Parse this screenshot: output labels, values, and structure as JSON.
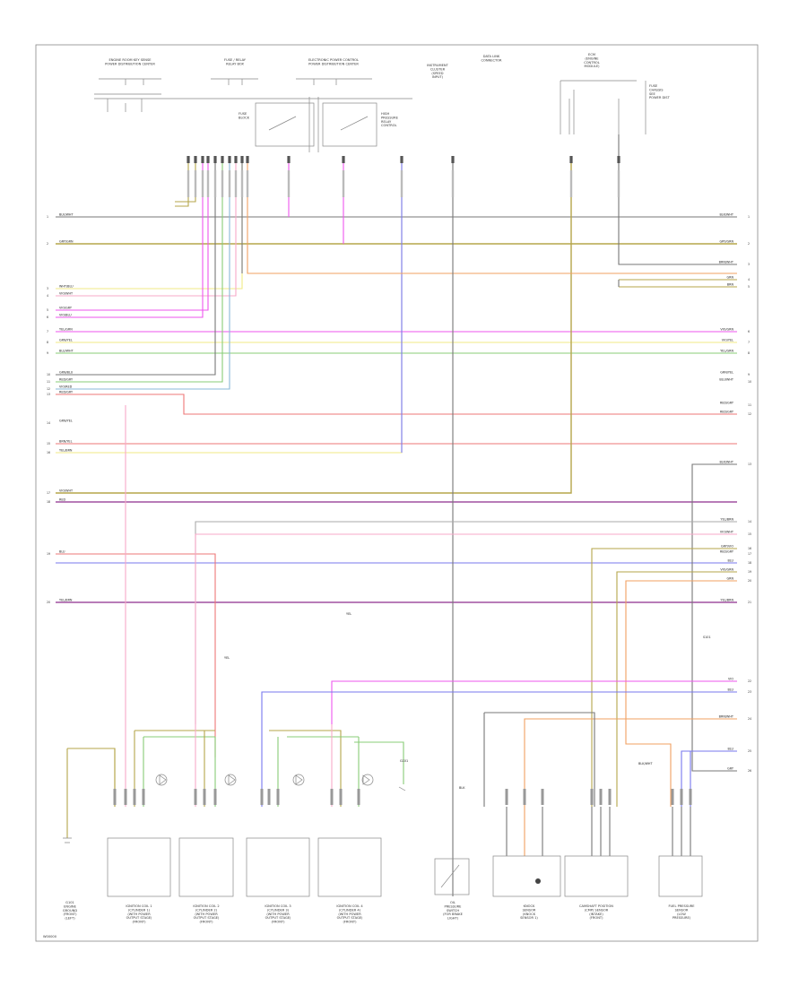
{
  "diagram": {
    "frame_code": "W00000",
    "top_labels": [
      {
        "id": "acc-switch",
        "lines": [
          "ENGINE ROOM KEY SENSE",
          "POWER DISTRIBUTION CENTER"
        ]
      },
      {
        "id": "fuse-relay",
        "lines": [
          "FUSE / RELAY",
          "RELAY BOX"
        ]
      },
      {
        "id": "elec-power",
        "lines": [
          "ELECTRONIC POWER CONTROL",
          "POWER DISTRIBUTION CENTER"
        ]
      },
      {
        "id": "instrument",
        "lines": [
          "INSTRUMENT",
          "CLUSTER",
          "(SPEED",
          "INPUT)"
        ]
      },
      {
        "id": "data-link",
        "lines": [
          "DATA LINK",
          "CONNECTOR"
        ]
      },
      {
        "id": "ecm",
        "lines": [
          "ECM",
          "(ENGINE",
          "CONTROL",
          "MODULE)"
        ]
      },
      {
        "id": "right-note",
        "lines": [
          "FUSE",
          "CHASSIS",
          "SEE",
          "POWER DIST"
        ]
      },
      {
        "id": "fuse-block-note",
        "lines": [
          "FUSE",
          "BLOCK"
        ]
      },
      {
        "id": "sensor-note",
        "lines": [
          "HIGH",
          "PRESSURE",
          "RELAY",
          "CONTROL"
        ]
      }
    ],
    "left_wires": [
      {
        "num": "1",
        "label": "BLK/WHT"
      },
      {
        "num": "2",
        "label": "GRY/GRN"
      },
      {
        "num": "3",
        "label": "WHT/BLU"
      },
      {
        "num": "4",
        "label": "VIO/WHT"
      },
      {
        "num": "5",
        "label": "VIO/GRY"
      },
      {
        "num": "6",
        "label": "VIO/BLU"
      },
      {
        "num": "7",
        "label": "YEL/GRN"
      },
      {
        "num": "8",
        "label": "GRN/YEL"
      },
      {
        "num": "9",
        "label": "BLU/WHT"
      },
      {
        "num": "10",
        "label": "GRN/BLU"
      },
      {
        "num": "11",
        "label": "RED/GRY"
      },
      {
        "num": "12",
        "label": "VIO/RED"
      },
      {
        "num": "13",
        "label": "RED/GRY"
      },
      {
        "num": "14",
        "label": "GRN/YEL"
      },
      {
        "num": "15",
        "label": "BRN/YEL"
      },
      {
        "num": "16",
        "label": "YEL/BRN"
      },
      {
        "num": "17",
        "label": "VIO/WHT"
      },
      {
        "num": "18",
        "label": "RED"
      },
      {
        "num": "19",
        "label": "BLU"
      },
      {
        "num": "20",
        "label": "YEL/BRN"
      }
    ],
    "right_wires": [
      {
        "label": "BLK/WHT"
      },
      {
        "label": "GRY/GRN"
      },
      {
        "label": "BRN/WHT"
      },
      {
        "label": "GRN"
      },
      {
        "label": "BRN"
      },
      {
        "label": "VIO/GRN"
      },
      {
        "label": "VIO/YEL"
      },
      {
        "label": "YEL/GRN"
      },
      {
        "label": "GRN/YEL"
      },
      {
        "label": "BLU/WHT"
      },
      {
        "label": "RED/GRY"
      },
      {
        "label": "RED/GRY"
      },
      {
        "label": "BLK/WHT"
      },
      {
        "label": "YEL/BRN"
      },
      {
        "label": "VIO/WHT"
      },
      {
        "label": "GRY/VIO"
      },
      {
        "label": "RED/GRY"
      },
      {
        "label": "BLU"
      },
      {
        "label": "VIO/GRN"
      },
      {
        "label": "GRN"
      },
      {
        "label": "YEL/BRN"
      },
      {
        "label": "VIO"
      },
      {
        "label": "BLU"
      },
      {
        "label": "BRN/WHT"
      },
      {
        "label": "BLU"
      },
      {
        "label": "GRY"
      }
    ],
    "bottom_components": [
      {
        "id": "ground-left",
        "lines": [
          "G101",
          "ENGINE",
          "GROUND",
          "(FRONT)",
          "(LEFT)"
        ]
      },
      {
        "id": "coil1",
        "lines": [
          "IGNITION COIL 1",
          "(CYLINDER 1)",
          "(WITH POWER",
          "OUTPUT STAGE)",
          "(FRONT)"
        ]
      },
      {
        "id": "coil2",
        "lines": [
          "IGNITION COIL 2",
          "(CYLINDER 2)",
          "(WITH POWER",
          "OUTPUT STAGE)",
          "(FRONT)"
        ]
      },
      {
        "id": "coil3",
        "lines": [
          "IGNITION COIL 3",
          "(CYLINDER 3)",
          "(WITH POWER",
          "OUTPUT STAGE)",
          "(FRONT)"
        ]
      },
      {
        "id": "coil4",
        "lines": [
          "IGNITION COIL 4",
          "(CYLINDER 4)",
          "(WITH POWER",
          "OUTPUT STAGE)",
          "(FRONT)"
        ]
      },
      {
        "id": "oil-pressure",
        "lines": [
          "OIL",
          "PRESSURE",
          "SWITCH",
          "(FOR BRAKE",
          "LIGHT)"
        ]
      },
      {
        "id": "knock",
        "lines": [
          "KNOCK",
          "SENSOR",
          "(KNOCK",
          "SENSOR 1)"
        ]
      },
      {
        "id": "camshaft",
        "lines": [
          "CAMSHAFT POSITION",
          "(CMP) SENSOR",
          "(INTAKE)",
          "(FRONT)"
        ]
      },
      {
        "id": "fuel-pressure",
        "lines": [
          "FUEL PRESSURE",
          "SENSOR",
          "(LOW",
          "PRESSURE)"
        ]
      }
    ],
    "misc_labels": {
      "mid_tag": "YEL",
      "coil_tag": "YEL",
      "gnd_tag": "G101",
      "blk_tag": "BLK",
      "blk_wht_tag": "BLK/WHT",
      "splice_tag": "S101"
    }
  },
  "colors": {
    "frame": "#888888",
    "black": "#777777",
    "olive": "#b5a64a",
    "yellow": "#f0ea86",
    "magenta": "#ee55ee",
    "pink": "#f7a8c8",
    "green": "#88cc77",
    "blue": "#7777ee",
    "red": "#ee7777",
    "orange": "#f0a060",
    "grey": "#aaaaaa",
    "lightblue": "#8ab8d8",
    "purple": "#a050a0"
  }
}
